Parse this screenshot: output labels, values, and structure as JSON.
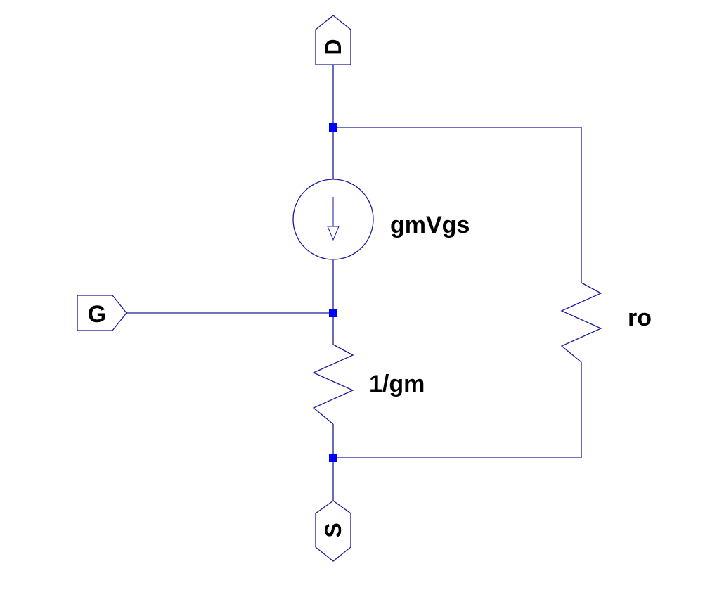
{
  "ports": {
    "drain": "D",
    "gate": "G",
    "source": "S"
  },
  "components": {
    "current_source": "gmVgs",
    "output_resistor": "ro",
    "source_resistor": "1/gm"
  },
  "colors": {
    "wire": "#1a1a9a",
    "junction": "#0000ff",
    "label": "#000000",
    "background": "#ffffff"
  }
}
